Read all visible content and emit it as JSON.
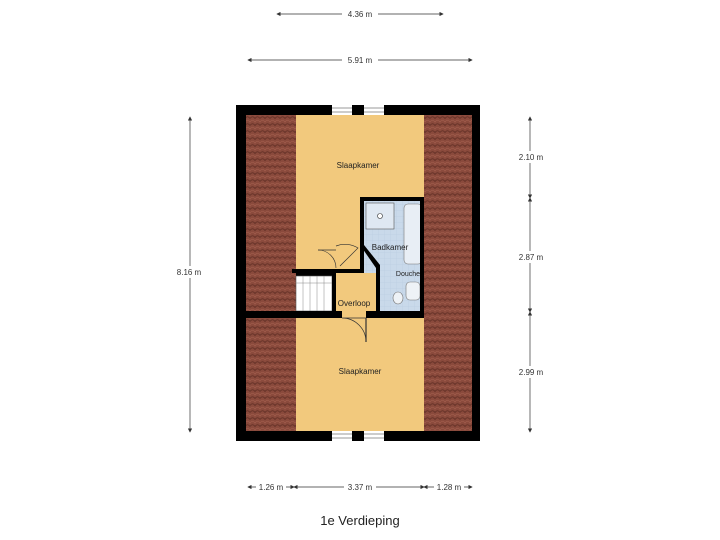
{
  "floor": {
    "title": "1e Verdieping"
  },
  "rooms": {
    "top_bedroom": "Slaapkamer",
    "bottom_bedroom": "Slaapkamer",
    "bathroom": "Badkamer",
    "landing": "Overloop",
    "shower_label": "Douche"
  },
  "dimensions": {
    "top_inner": "4.36 m",
    "top_outer": "5.91 m",
    "left_total": "8.16 m",
    "right_top": "2.10 m",
    "right_mid": "2.87 m",
    "right_bottom": "2.99 m",
    "bottom_left": "1.26 m",
    "bottom_mid": "3.37 m",
    "bottom_right": "1.28 m"
  },
  "colors": {
    "floor": "#f2c97d",
    "roof_tile": "#8a4a3c",
    "wall": "#000000",
    "bathroom_tile": "#c9d9ea",
    "stair": "#ffffff",
    "dimension_line": "#333333"
  }
}
